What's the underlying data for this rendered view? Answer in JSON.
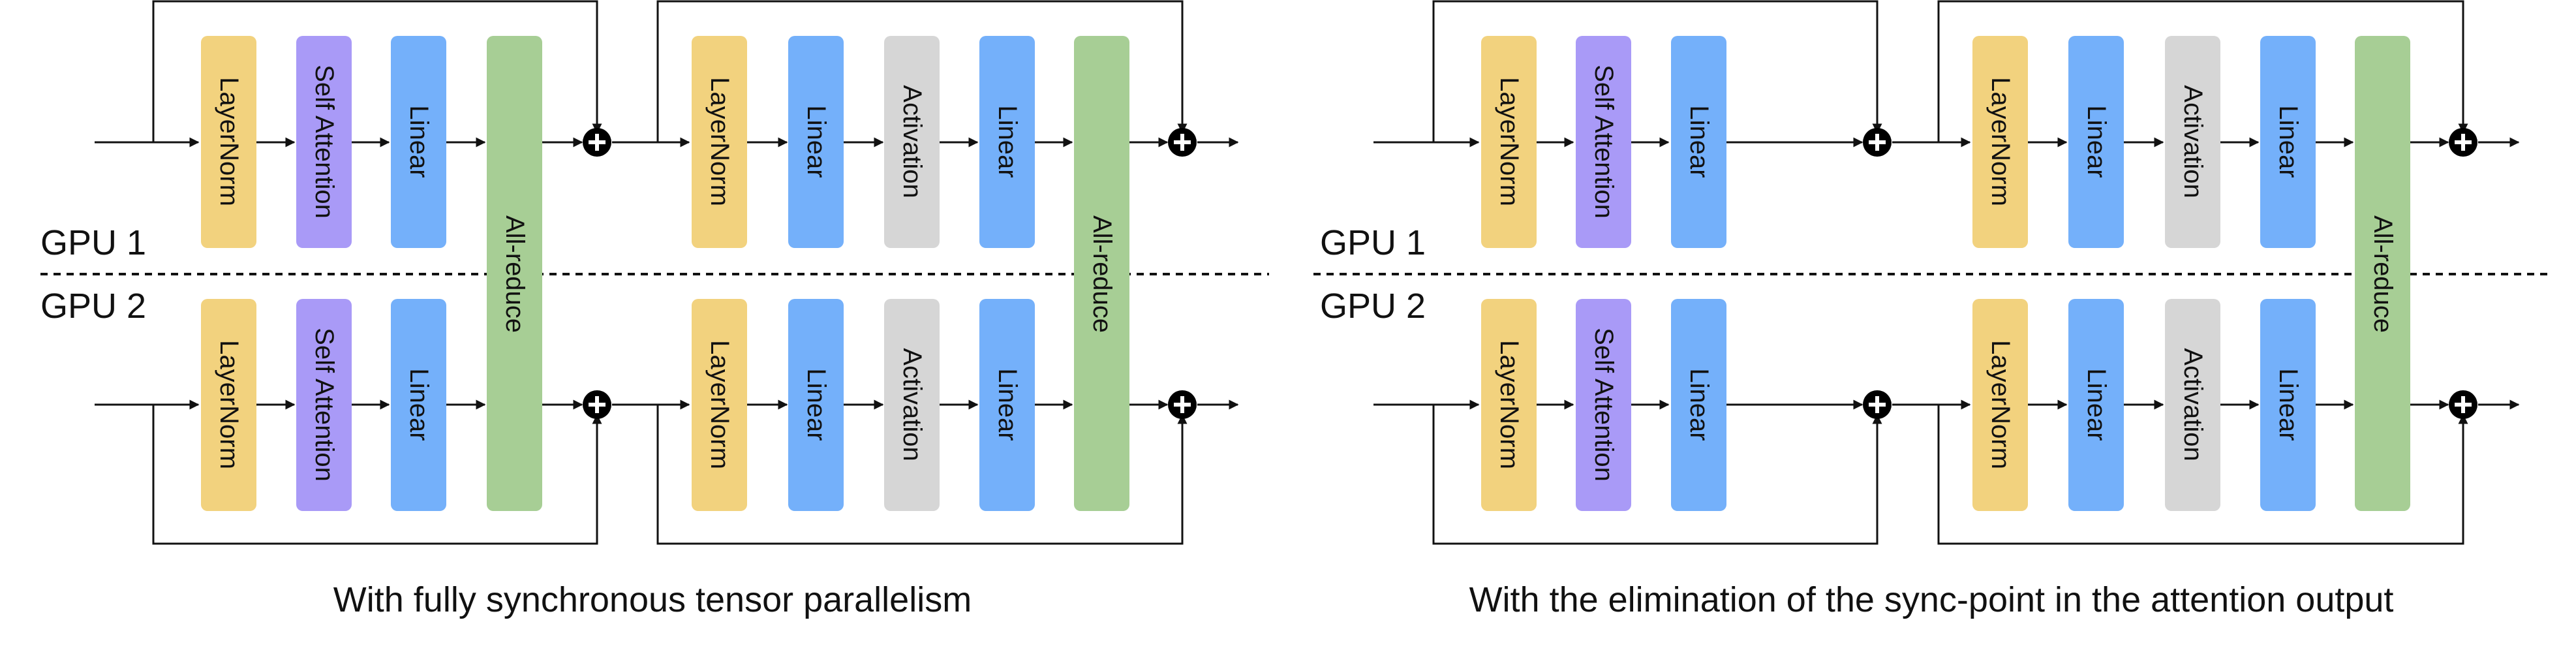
{
  "panels": [
    {
      "gpu_labels": [
        "GPU 1",
        "GPU 2"
      ],
      "caption": "With fully synchronous tensor parallelism",
      "blocks": {
        "layernorm": "LayerNorm",
        "self_attention": "Self Attention",
        "linear": "Linear",
        "activation": "Activation",
        "all_reduce": "All-reduce"
      }
    },
    {
      "gpu_labels": [
        "GPU 1",
        "GPU 2"
      ],
      "caption": "With the elimination of the sync-point in the attention output",
      "blocks": {
        "layernorm": "LayerNorm",
        "self_attention": "Self Attention",
        "linear": "Linear",
        "activation": "Activation",
        "all_reduce": "All-reduce"
      }
    }
  ],
  "colors": {
    "layernorm": "#F2D27E",
    "self_attention": "#A99AF7",
    "linear": "#74B0FA",
    "activation": "#D6D6D6",
    "all_reduce": "#A7CE95",
    "line": "#111111"
  }
}
